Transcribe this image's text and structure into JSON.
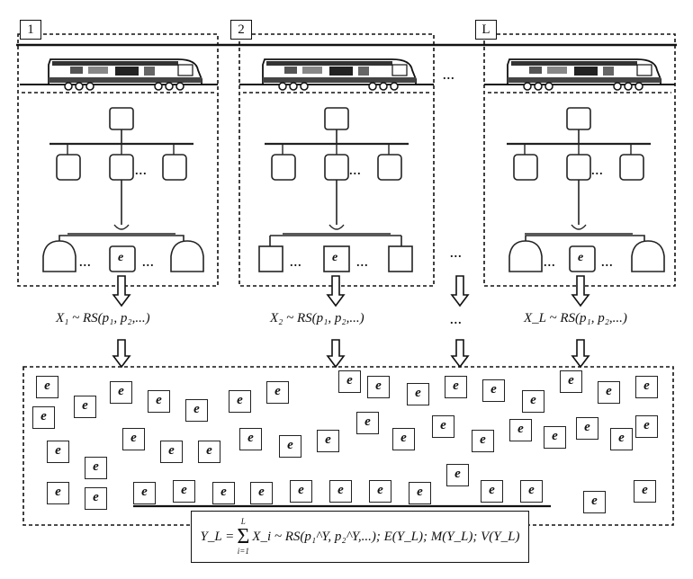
{
  "segments": [
    {
      "number_label": "1",
      "distribution_label": "X₁ ~ RS(p₁, p₂,...)",
      "element_label": "e"
    },
    {
      "number_label": "2",
      "distribution_label": "X₂ ~ RS(p₁, p₂,...)",
      "element_label": "e"
    },
    {
      "number_label": "L",
      "distribution_label": "X_L ~ RS(p₁, p₂,...)",
      "element_label": "e"
    }
  ],
  "ellipsis": "...",
  "vertical_ellipsis": "...",
  "pool_element_label": "e",
  "formula": {
    "lhs": "Y_L =",
    "sum_upper": "L",
    "sum_lower": "i=1",
    "rhs": "X_i ~ RS(p₁^Y, p₂^Y,...); E(Y_L); M(Y_L); V(Y_L)"
  }
}
